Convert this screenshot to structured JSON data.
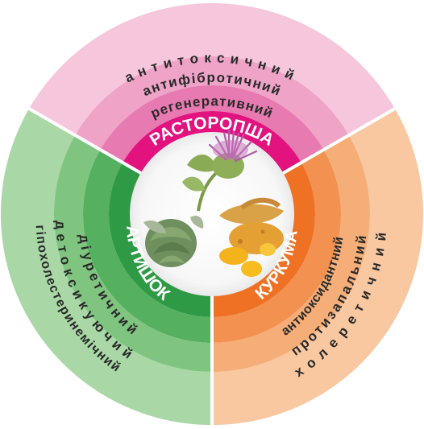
{
  "colors": {
    "pink_outer": "#F6C6DC",
    "pink_mid": "#EEA3C7",
    "pink_inner": "#E77AB0",
    "pink_core": "#E2127F",
    "green_outer": "#A9D8A6",
    "green_mid": "#7FC580",
    "green_inner": "#55B060",
    "green_core": "#2F9A45",
    "orange_outer": "#F9C8A1",
    "orange_mid": "#F6AE79",
    "orange_inner": "#F29150",
    "orange_core": "#EE7124",
    "center": "#ffffff"
  },
  "sectors": {
    "milk_thistle": {
      "name": "РАСТОРОПША",
      "ring3": "антитоксичний",
      "ring2": "антифібротичний",
      "ring1": "регенеративний",
      "image": "milk-thistle-flower"
    },
    "artichoke": {
      "name": "АРТИШОК",
      "ring3": "гіпохолестеринемічний",
      "ring2": "детоксикуючий",
      "ring1": "діуретичний",
      "image": "artichoke"
    },
    "turmeric": {
      "name": "КУРКУМА",
      "ring3": "холеретичний",
      "ring2": "протизапальний",
      "ring1": "антиоксидантний",
      "image": "turmeric-root"
    }
  }
}
